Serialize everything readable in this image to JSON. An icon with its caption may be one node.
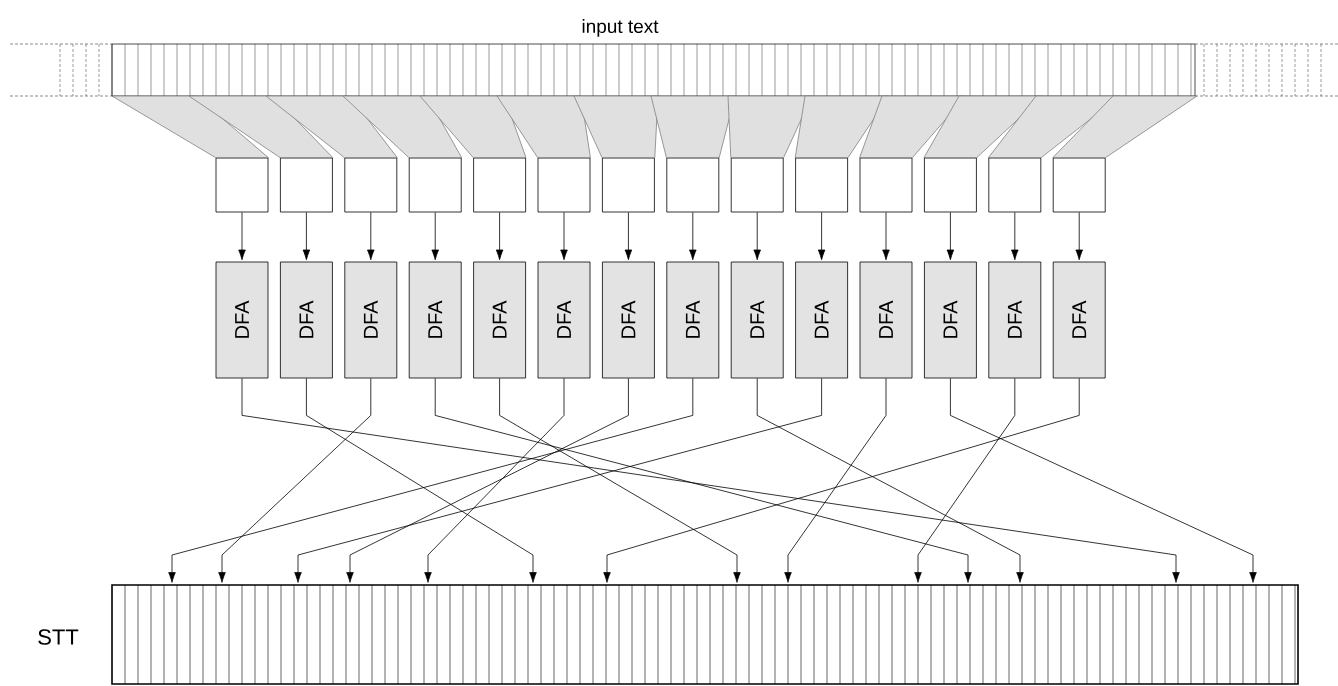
{
  "diagram": {
    "nodes": [
      {
        "text": [
          "input text"
        ]
      },
      {
        "text": [],
        "shape": "box"
      },
      {
        "text": [],
        "shape": "box"
      },
      {
        "text": [],
        "shape": "box"
      },
      {
        "text": [],
        "shape": "box"
      },
      {
        "text": [],
        "shape": "box"
      },
      {
        "text": [],
        "shape": "box"
      },
      {
        "text": [],
        "shape": "box"
      },
      {
        "text": [],
        "shape": "box"
      },
      {
        "text": [],
        "shape": "box"
      },
      {
        "text": [],
        "shape": "box"
      },
      {
        "text": [],
        "shape": "box"
      },
      {
        "text": [],
        "shape": "box"
      },
      {
        "text": [],
        "shape": "box"
      },
      {
        "text": [],
        "shape": "box"
      },
      {
        "text": [
          "DFA"
        ]
      },
      {
        "text": [
          "DFA"
        ]
      },
      {
        "text": [
          "DFA"
        ]
      },
      {
        "text": [
          "DFA"
        ]
      },
      {
        "text": [
          "DFA"
        ]
      },
      {
        "text": [
          "DFA"
        ]
      },
      {
        "text": [
          "DFA"
        ]
      },
      {
        "text": [
          "DFA"
        ]
      },
      {
        "text": [
          "DFA"
        ]
      },
      {
        "text": [
          "DFA"
        ]
      },
      {
        "text": [
          "DFA"
        ]
      },
      {
        "text": [
          "DFA"
        ]
      },
      {
        "text": [
          "DFA"
        ]
      },
      {
        "text": [
          "DFA"
        ]
      },
      {
        "text": [
          "STT"
        ]
      }
    ],
    "edges": [
      {
        "from": 0,
        "to": 1,
        "arrow": "none"
      },
      {
        "from": 0,
        "to": 2,
        "arrow": "none"
      },
      {
        "from": 0,
        "to": 3,
        "arrow": "none"
      },
      {
        "from": 0,
        "to": 4,
        "arrow": "none"
      },
      {
        "from": 0,
        "to": 5,
        "arrow": "none"
      },
      {
        "from": 0,
        "to": 6,
        "arrow": "none"
      },
      {
        "from": 0,
        "to": 7,
        "arrow": "none"
      },
      {
        "from": 0,
        "to": 8,
        "arrow": "none"
      },
      {
        "from": 0,
        "to": 9,
        "arrow": "none"
      },
      {
        "from": 0,
        "to": 10,
        "arrow": "none"
      },
      {
        "from": 0,
        "to": 11,
        "arrow": "none"
      },
      {
        "from": 0,
        "to": 12,
        "arrow": "none"
      },
      {
        "from": 0,
        "to": 13,
        "arrow": "none"
      },
      {
        "from": 0,
        "to": 14,
        "arrow": "none"
      },
      {
        "from": 1,
        "to": 15,
        "arrow": "to"
      },
      {
        "from": 2,
        "to": 16,
        "arrow": "to"
      },
      {
        "from": 3,
        "to": 17,
        "arrow": "to"
      },
      {
        "from": 4,
        "to": 18,
        "arrow": "to"
      },
      {
        "from": 5,
        "to": 19,
        "arrow": "to"
      },
      {
        "from": 6,
        "to": 20,
        "arrow": "to"
      },
      {
        "from": 7,
        "to": 21,
        "arrow": "to"
      },
      {
        "from": 8,
        "to": 22,
        "arrow": "to"
      },
      {
        "from": 9,
        "to": 23,
        "arrow": "to"
      },
      {
        "from": 10,
        "to": 24,
        "arrow": "to"
      },
      {
        "from": 11,
        "to": 25,
        "arrow": "to"
      },
      {
        "from": 12,
        "to": 26,
        "arrow": "to"
      },
      {
        "from": 13,
        "to": 27,
        "arrow": "to"
      },
      {
        "from": 14,
        "to": 28,
        "arrow": "to"
      },
      {
        "from": 15,
        "to": 29,
        "arrow": "to"
      },
      {
        "from": 16,
        "to": 29,
        "arrow": "to"
      },
      {
        "from": 17,
        "to": 29,
        "arrow": "to"
      },
      {
        "from": 18,
        "to": 29,
        "arrow": "to"
      },
      {
        "from": 19,
        "to": 29,
        "arrow": "to"
      },
      {
        "from": 20,
        "to": 29,
        "arrow": "to"
      },
      {
        "from": 21,
        "to": 29,
        "arrow": "to"
      },
      {
        "from": 22,
        "to": 29,
        "arrow": "to"
      },
      {
        "from": 23,
        "to": 29,
        "arrow": "to"
      },
      {
        "from": 24,
        "to": 29,
        "arrow": "to"
      },
      {
        "from": 25,
        "to": 29,
        "arrow": "to"
      },
      {
        "from": 26,
        "to": 29,
        "arrow": "to"
      },
      {
        "from": 27,
        "to": 29,
        "arrow": "to"
      },
      {
        "from": 28,
        "to": 29,
        "arrow": "to"
      }
    ]
  }
}
